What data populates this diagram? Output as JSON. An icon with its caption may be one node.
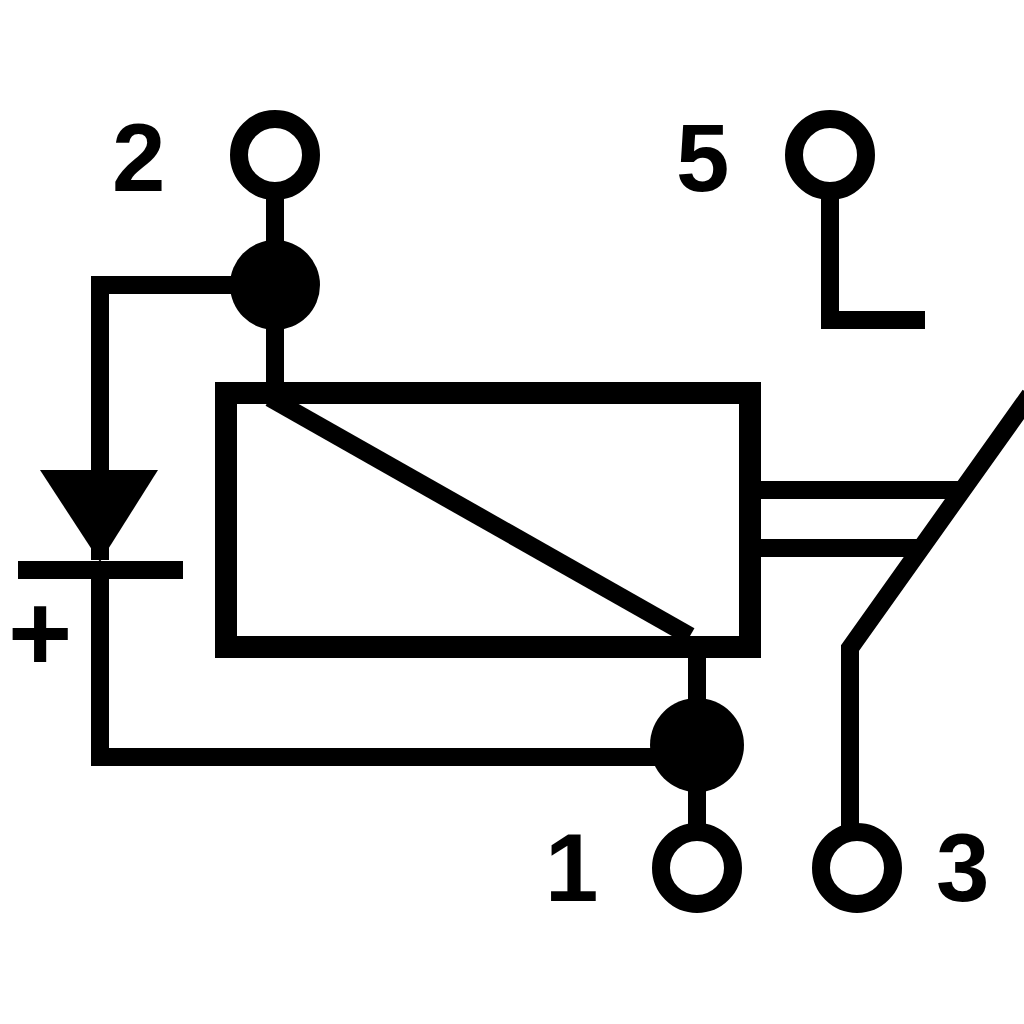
{
  "diagram": {
    "labels": [
      "2",
      "5",
      "+",
      "1",
      "3"
    ]
  }
}
